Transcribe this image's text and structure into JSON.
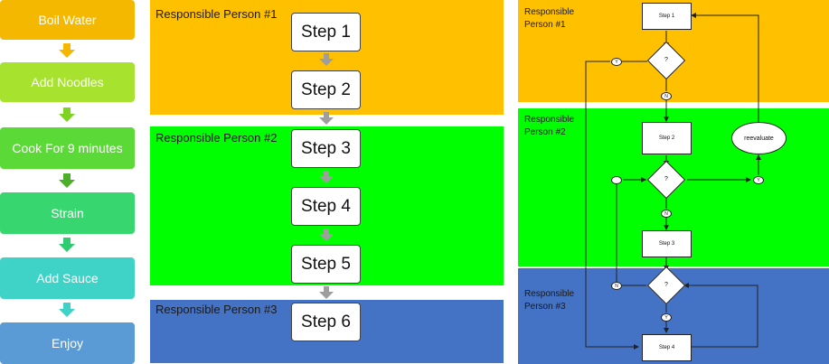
{
  "process_flow": {
    "steps": [
      {
        "label": "Boil Water",
        "color": "#f5b800"
      },
      {
        "label": "Add Noodles",
        "color": "#a6e22e"
      },
      {
        "label": "Cook For 9 minutes",
        "color": "#5bd936"
      },
      {
        "label": "Strain",
        "color": "#38d66e"
      },
      {
        "label": "Add Sauce",
        "color": "#3fd3c7"
      },
      {
        "label": "Enjoy",
        "color": "#5b9bd5"
      }
    ],
    "arrow_colors": [
      "#f5b800",
      "#7ed321",
      "#4caf2a",
      "#2ecc71",
      "#3fd3c7"
    ]
  },
  "swimlanes": {
    "lanes": [
      {
        "label": "Responsible Person #1",
        "color": "#ffc000"
      },
      {
        "label": "Responsible Person #2",
        "color": "#00ff00"
      },
      {
        "label": "Responsible Person #3",
        "color": "#4472c4"
      }
    ],
    "steps": [
      "Step 1",
      "Step 2",
      "Step 3",
      "Step 4",
      "Step 5",
      "Step 6"
    ]
  },
  "flowchart": {
    "lanes": [
      {
        "label_line1": "Responsible",
        "label_line2": "Person #1",
        "color": "#ffc000"
      },
      {
        "label_line1": "Responsible",
        "label_line2": "Person #2",
        "color": "#00ff00"
      },
      {
        "label_line1": "Responsible",
        "label_line2": "Person #3",
        "color": "#4472c4"
      }
    ],
    "boxes": {
      "step1": "Step 1",
      "step2": "Step 2",
      "step3": "Step 3",
      "step4": "Step 4"
    },
    "decision_symbol": "?",
    "reevaluate": "reevaluate",
    "yes": "Y",
    "no": "N"
  }
}
